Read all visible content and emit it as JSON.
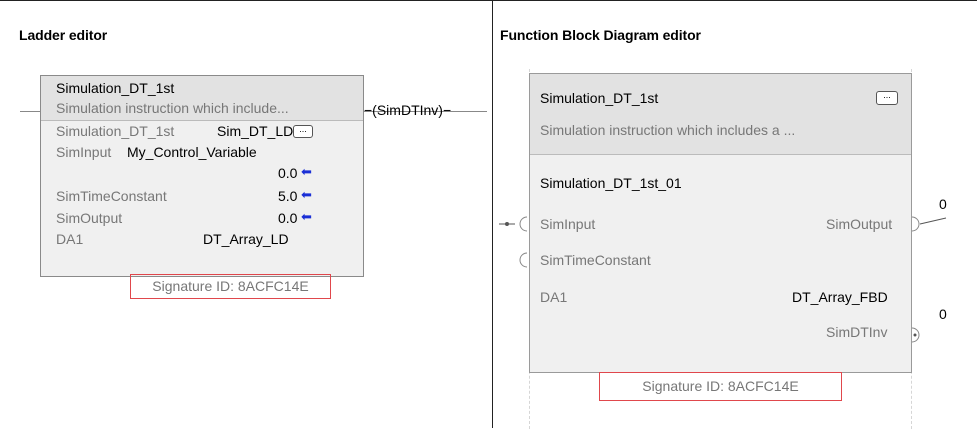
{
  "ladder": {
    "title": "Ladder editor",
    "block": {
      "name": "Simulation_DT_1st",
      "description": "Simulation instruction which include...",
      "instance_label": "Simulation_DT_1st",
      "instance_value": "Sim_DT_LD",
      "ellipsis": "...",
      "coil": "SimDTInv",
      "rows": [
        {
          "label": "SimInput",
          "value": "My_Control_Variable"
        },
        {
          "label": "",
          "value": "0.0"
        },
        {
          "label": "SimTimeConstant",
          "value": "5.0"
        },
        {
          "label": "SimOutput",
          "value": "0.0"
        },
        {
          "label": "DA1",
          "value": "DT_Array_LD"
        }
      ]
    },
    "signature": "Signature ID: 8ACFC14E"
  },
  "fbd": {
    "title": "Function Block Diagram editor",
    "block": {
      "name": "Simulation_DT_1st",
      "ellipsis": "...",
      "description": "Simulation instruction which includes a ...",
      "instance": "Simulation_DT_1st_01",
      "sim_input": "SimInput",
      "sim_output": "SimOutput",
      "sim_output_value": "0",
      "sim_time_constant": "SimTimeConstant",
      "da1_label": "DA1",
      "da1_value": "DT_Array_FBD",
      "sim_dtinv": "SimDTInv",
      "sim_dtinv_value": "0"
    },
    "signature": "Signature ID: 8ACFC14E"
  },
  "colors": {
    "signature_border": "#e0474c",
    "arrow": "#1a2fd6",
    "header_fill": "#e2e2e2",
    "block_fill": "#f0f0f0"
  },
  "icons": [
    "left-arrow-icon",
    "ellipsis-icon",
    "pin-connector-icon"
  ]
}
